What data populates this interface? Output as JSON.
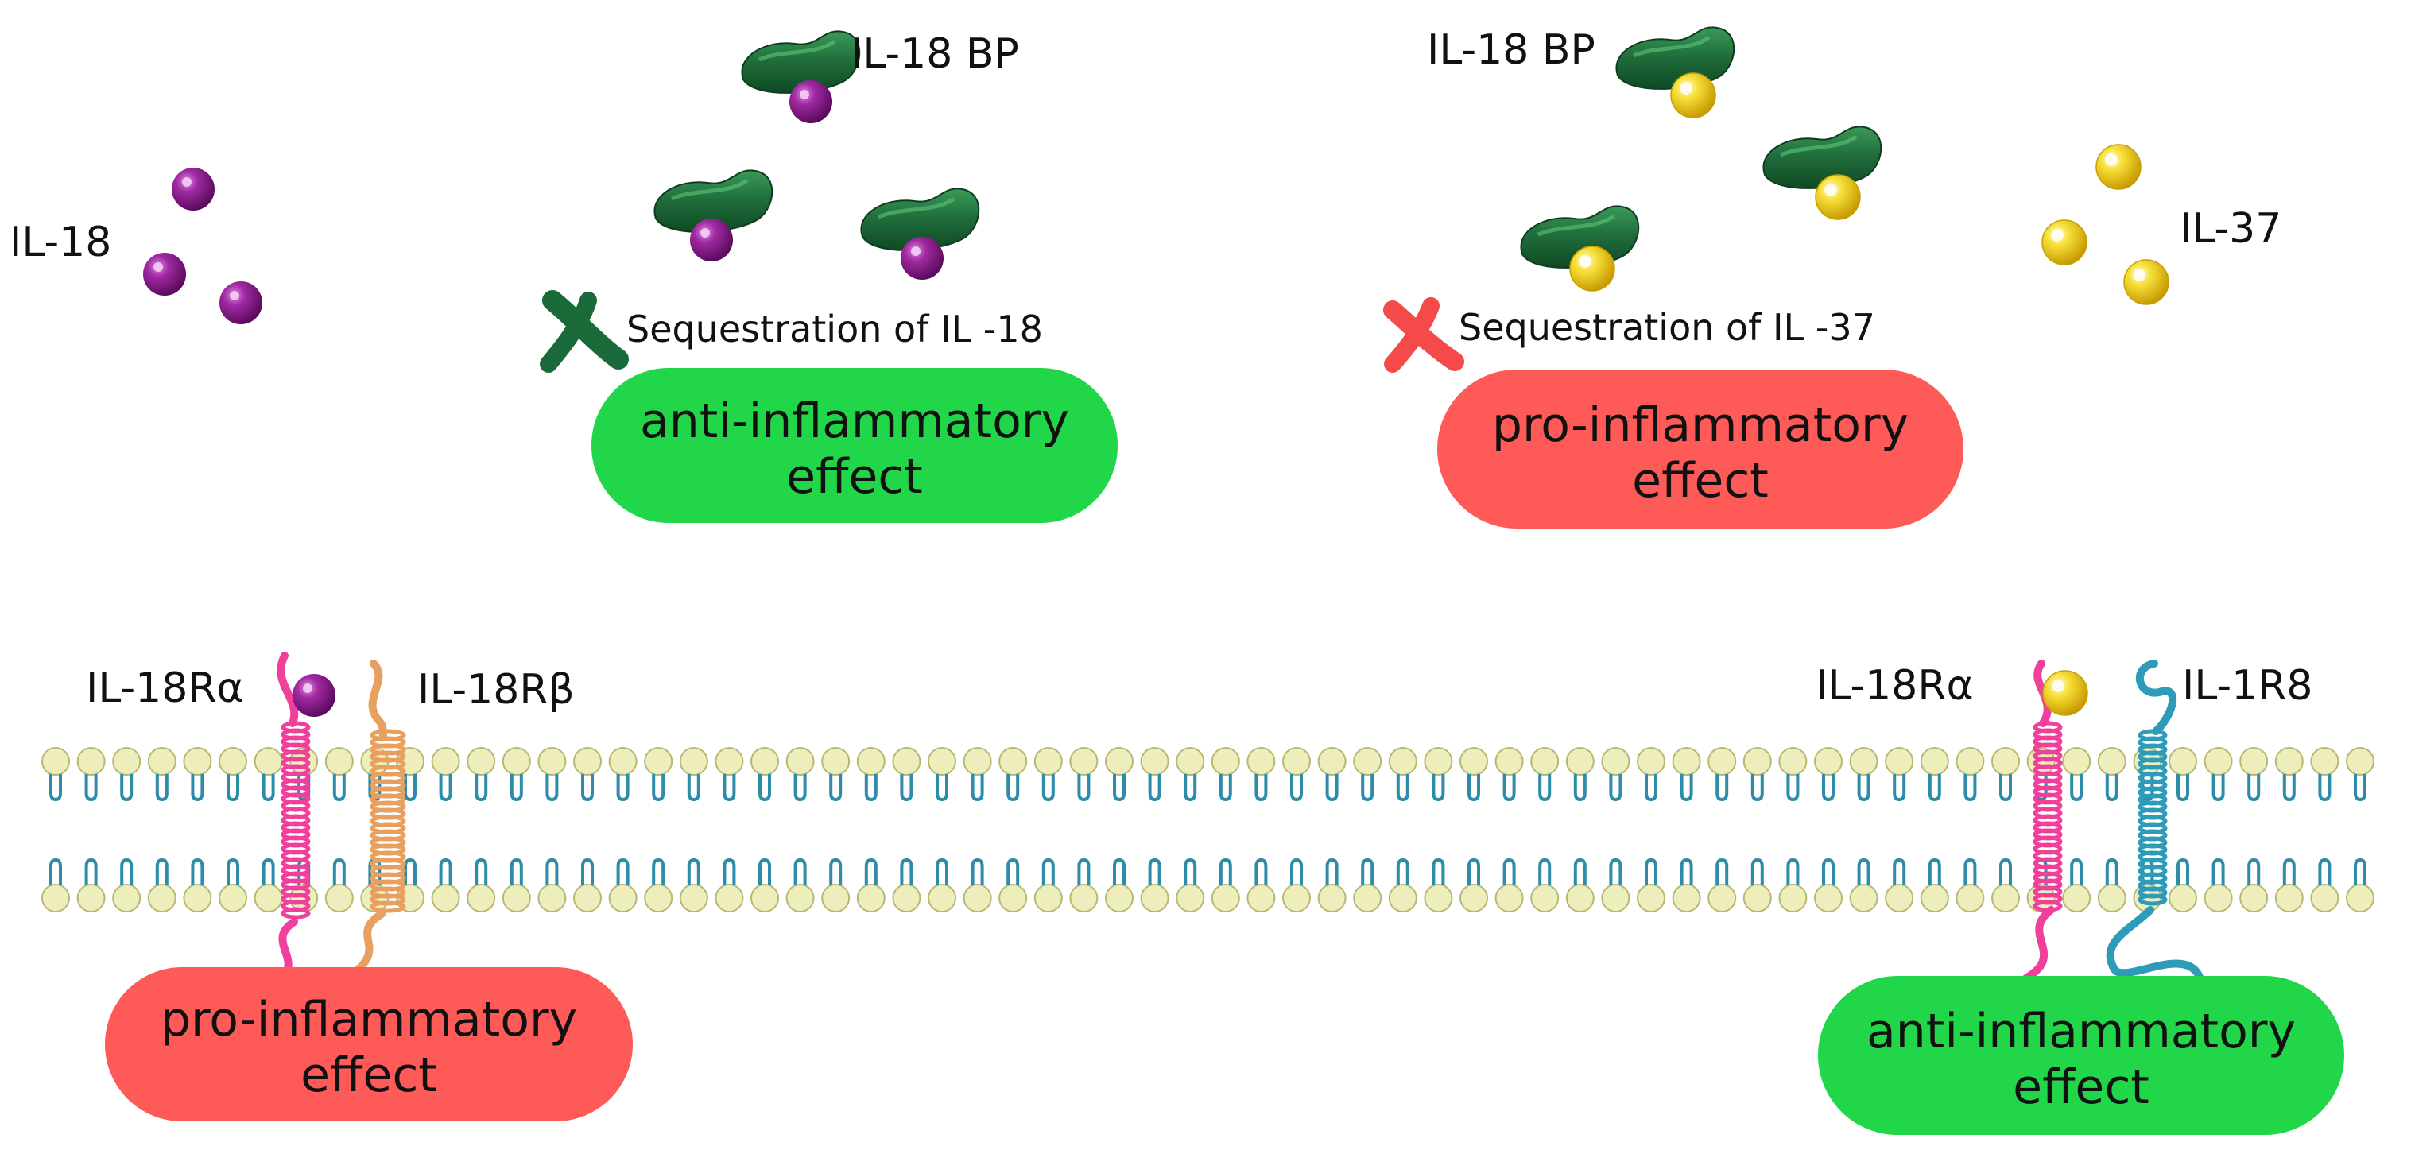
{
  "labels": {
    "il18": "IL-18",
    "il18bp_top": "IL-18 BP",
    "il18bp_right": "IL-18 BP",
    "il37": "IL-37",
    "seq_il18": "Sequestration of IL -18",
    "seq_il37": "Sequestration of IL -37",
    "il18ra_left": "IL-18Rα",
    "il18rb": "IL-18Rβ",
    "il18ra_right": "IL-18Rα",
    "il1r8": "IL-1R8"
  },
  "effects": {
    "top_left": {
      "line1": "anti-inflammatory",
      "line2": "effect"
    },
    "top_right": {
      "line1": "pro-inflammatory",
      "line2": "effect"
    },
    "bottom_left": {
      "line1": "pro-inflammatory",
      "line2": "effect"
    },
    "bottom_right": {
      "line1": "anti-inflammatory",
      "line2": "effect"
    }
  },
  "colors": {
    "anti": "#22d64a",
    "pro": "#fd5a58",
    "bp_green": "#1f6b3a",
    "il18_purple": "#8a1a8c",
    "il37_yellow": "#f2d21a",
    "ra_pink": "#f0409c",
    "rb_orange": "#e8a060",
    "r8_teal": "#2e9bb8",
    "lipid_head": "#f0f0c0",
    "lipid_tail": "#2e8ca8"
  },
  "icons": {
    "x_green": "x-mark-icon",
    "x_red": "x-mark-icon"
  }
}
